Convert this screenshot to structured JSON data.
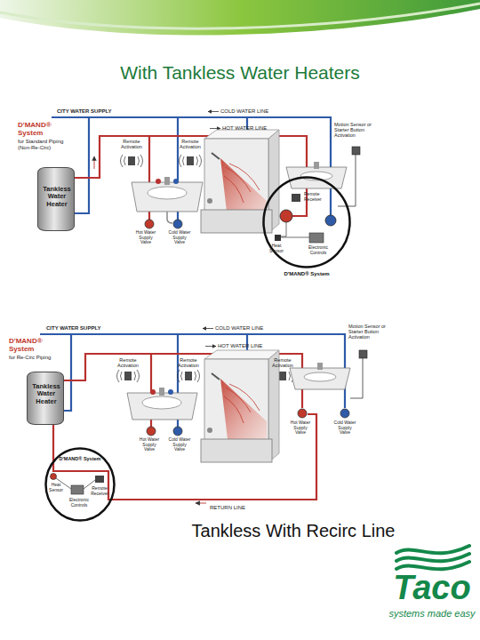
{
  "diagram": {
    "title": "With Tankless Water Heaters",
    "caption": "Tankless With Recirc Line",
    "nodes": [
      {
        "text": [
          "Tankless Water Heater"
        ]
      },
      {
        "text": [
          "Remote Receiver",
          "Heat Sensor",
          "Electronic Controls",
          "D'MAND® System"
        ]
      },
      {
        "text": [
          "Tankless Water Heater"
        ]
      },
      {
        "text": [
          "D'MAND® System",
          "Heat Sensor",
          "Electronic Controls",
          "Remote Receiver"
        ]
      }
    ],
    "labels": [
      "CITY WATER SUPPLY",
      "COLD WATER LINE",
      "D'MAND® System",
      "for Standard Piping (Non-Re-Circ)",
      "Remote Activation",
      "Remote Activation",
      "HOT WATER LINE",
      "Motion Sensor or Starter Button Activation",
      "Hot Water Supply Valve",
      "Cold Water Supply Valve",
      "CITY WATER SUPPLY",
      "COLD WATER LINE",
      "D'MAND® System",
      "for Re-Circ Piping",
      "Remote Activation",
      "Remote Activation",
      "HOT WATER LINE",
      "Remote Activation",
      "Motion Sensor or Starter Button Activation",
      "Hot Water Supply Valve",
      "Cold Water Supply Valve",
      "Hot Water Supply Valve",
      "Cold Water Supply Valve",
      "RETURN LINE",
      "Taco",
      "systems made easy"
    ]
  }
}
